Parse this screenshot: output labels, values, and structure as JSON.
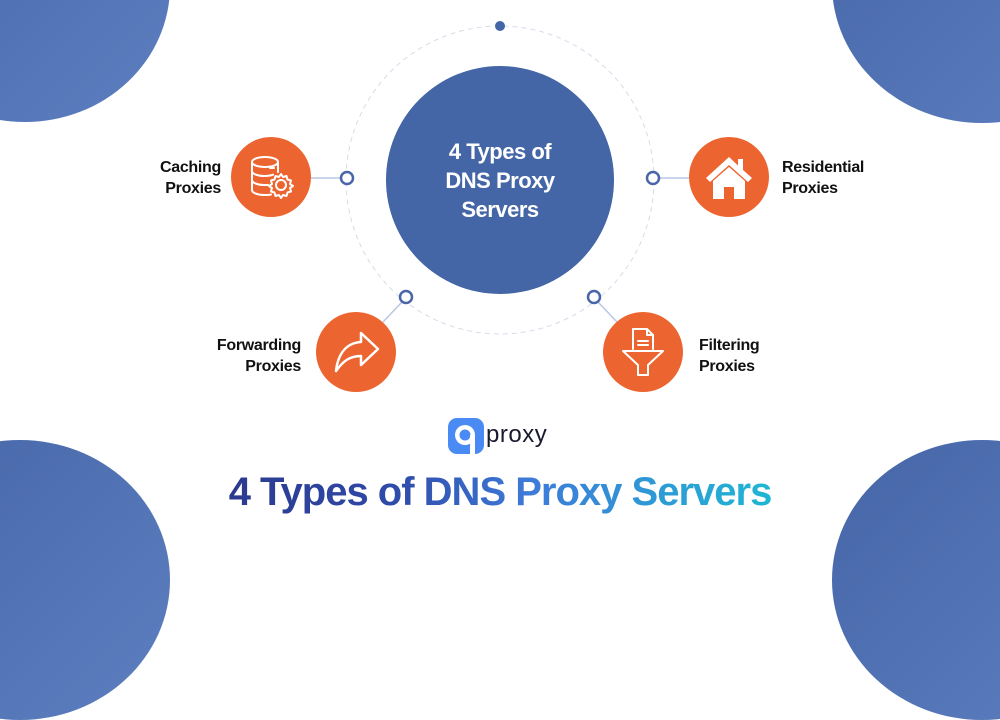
{
  "diagram": {
    "center": {
      "title_lines": [
        "4 Types of",
        "DNS Proxy",
        "Servers"
      ],
      "color": "#4465a6"
    },
    "accent_color": "#ec6530",
    "connector_color": "#4a66a8",
    "nodes": [
      {
        "id": "caching",
        "label_lines": [
          "Caching",
          "Proxies"
        ],
        "icon": "database-gear-icon",
        "position": "left"
      },
      {
        "id": "residential",
        "label_lines": [
          "Residential",
          "Proxies"
        ],
        "icon": "house-icon",
        "position": "right"
      },
      {
        "id": "forwarding",
        "label_lines": [
          "Forwarding",
          "Proxies"
        ],
        "icon": "forward-arrow-icon",
        "position": "bottom-left"
      },
      {
        "id": "filtering",
        "label_lines": [
          "Filtering",
          "Proxies"
        ],
        "icon": "document-funnel-icon",
        "position": "bottom-right"
      }
    ]
  },
  "brand": {
    "logo_text": "proxy",
    "logo_color": "#4a8af4"
  },
  "footer": {
    "title": "4 Types of DNS Proxy Servers"
  }
}
